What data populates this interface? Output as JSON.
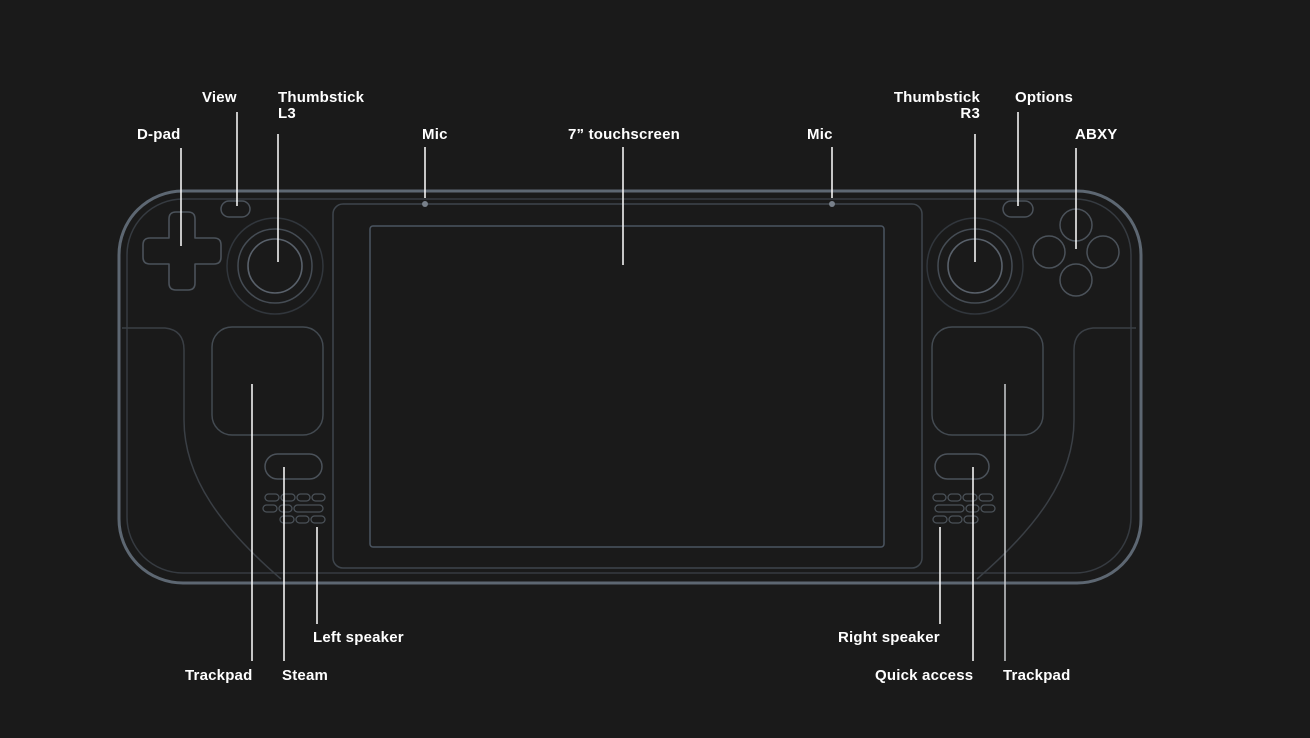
{
  "meta": {
    "title": "Steam Deck front diagram",
    "background": "#1a1a1a",
    "body_outline_color": "#5d6772",
    "detail_outline_color": "#4b525a",
    "label_color": "#ffffff",
    "leader_line_color": "#ffffff"
  },
  "labels": {
    "dpad": "D-pad",
    "view": "View",
    "thumbstick_left": "Thumbstick",
    "thumbstick_left_sub": "L3",
    "mic_left": "Mic",
    "touchscreen": "7” touchscreen",
    "mic_right": "Mic",
    "thumbstick_right": "Thumbstick",
    "thumbstick_right_sub": "R3",
    "options": "Options",
    "abxy": "ABXY",
    "trackpad_left": "Trackpad",
    "steam": "Steam",
    "speaker_left": "Left speaker",
    "speaker_right": "Right speaker",
    "quick_access": "Quick access",
    "trackpad_right": "Trackpad"
  }
}
